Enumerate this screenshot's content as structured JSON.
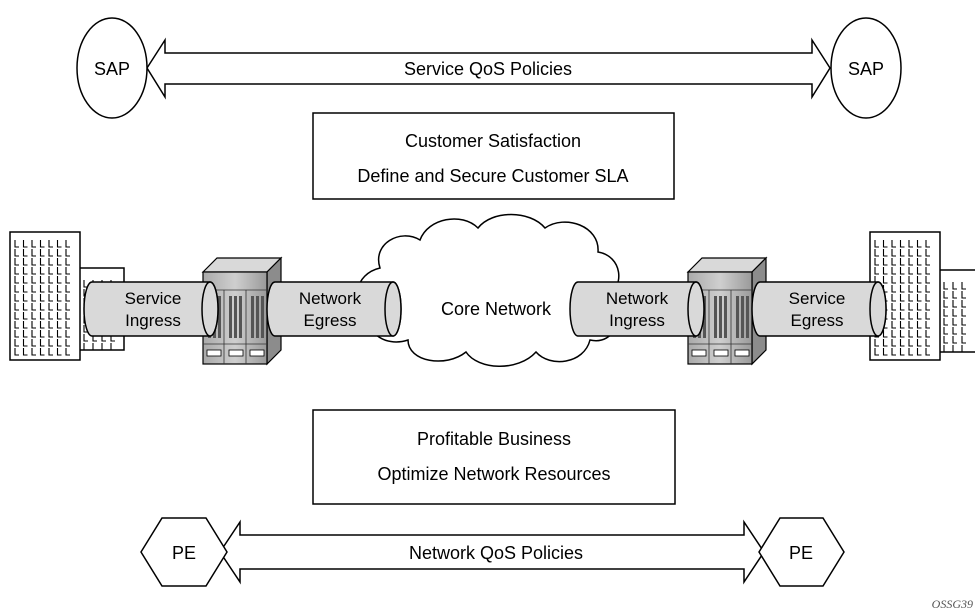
{
  "top": {
    "left_endpoint": "SAP",
    "right_endpoint": "SAP",
    "arrow_label": "Service QoS Policies"
  },
  "customer_box": {
    "line1": "Customer Satisfaction",
    "line2": "Define and Secure Customer SLA"
  },
  "network": {
    "cloud_label": "Core Network",
    "service_ingress": [
      "Service",
      "Ingress"
    ],
    "network_egress": [
      "Network",
      "Egress"
    ],
    "network_ingress": [
      "Network",
      "Ingress"
    ],
    "service_egress": [
      "Service",
      "Egress"
    ]
  },
  "business_box": {
    "line1": "Profitable Business",
    "line2": "Optimize Network Resources"
  },
  "bottom": {
    "left_endpoint": "PE",
    "right_endpoint": "PE",
    "arrow_label": "Network QoS Policies"
  },
  "figure_tag": "OSSG39"
}
